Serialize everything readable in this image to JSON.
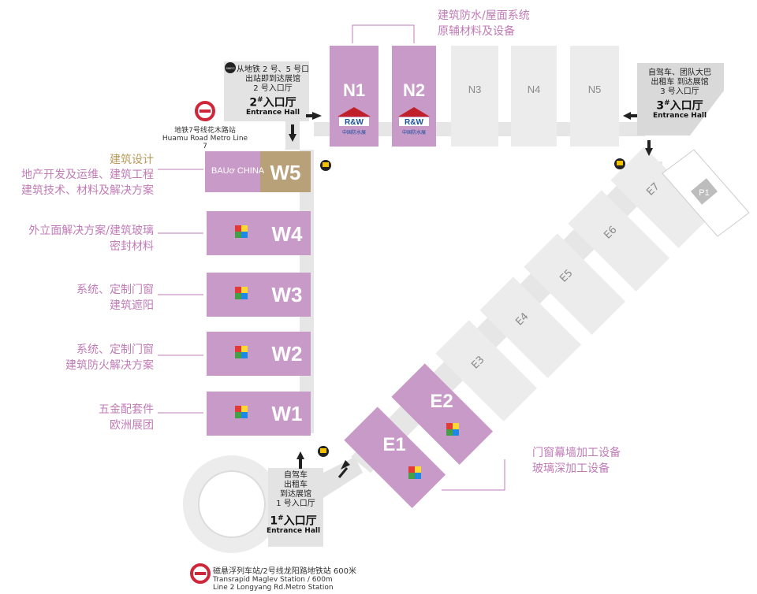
{
  "halls": {
    "north": [
      {
        "id": "N1",
        "active": true,
        "brand": "R&W",
        "brand_sub": "中国防水展"
      },
      {
        "id": "N2",
        "active": true,
        "brand": "R&W",
        "brand_sub": "中国防水展"
      },
      {
        "id": "N3",
        "active": false
      },
      {
        "id": "N4",
        "active": false
      },
      {
        "id": "N5",
        "active": false
      }
    ],
    "west": [
      {
        "id": "W5",
        "logo_text": "BAUơ CHINA"
      },
      {
        "id": "W4"
      },
      {
        "id": "W3"
      },
      {
        "id": "W2"
      },
      {
        "id": "W1"
      }
    ],
    "east": [
      {
        "id": "E1",
        "active": true
      },
      {
        "id": "E2",
        "active": true
      },
      {
        "id": "E3",
        "active": false
      },
      {
        "id": "E4",
        "active": false
      },
      {
        "id": "E5",
        "active": false
      },
      {
        "id": "E6",
        "active": false
      },
      {
        "id": "E7",
        "active": false
      }
    ],
    "p1": "P1"
  },
  "labels": {
    "north_top": [
      "建筑防水/屋面系统",
      "原辅材料及设备"
    ],
    "w5_title": "建筑设计",
    "w5_lines": [
      "地产开发及运维、建筑工程",
      "建筑技术、材料及解决方案"
    ],
    "w4": [
      "外立面解决方案/建筑玻璃",
      "密封材料"
    ],
    "w3": [
      "系统、定制门窗",
      "建筑遮阳"
    ],
    "w2": [
      "系统、定制门窗",
      "建筑防火解决方案"
    ],
    "w1": [
      "五金配套件",
      "欧洲展团"
    ],
    "east": [
      "门窗幕墙加工设备",
      "玻璃深加工设备"
    ]
  },
  "entrances": {
    "e2": {
      "badge": "SMEC",
      "note": [
        "从地铁 2 号、5 号口",
        "出站即到达展馆",
        "2 号入口厅"
      ],
      "num": "2",
      "hash": "#",
      "cn": "入口厅",
      "en": "Entrance Hall"
    },
    "e3": {
      "note": [
        "自驾车、团队大巴",
        "出租车 到达展馆",
        "3 号入口厅"
      ],
      "num": "3",
      "hash": "#",
      "cn": "入口厅",
      "en": "Entrance Hall"
    },
    "e1": {
      "note": [
        "自驾车",
        "出租车",
        "到达展馆",
        "1 号入口厅"
      ],
      "num": "1",
      "hash": "#",
      "cn": "入口厅",
      "en": "Entrance Hall"
    }
  },
  "metro": {
    "top": {
      "cn": "地铁7号线花木路站",
      "en": "Huamu Road Metro Line 7"
    },
    "bottom": {
      "cn": "磁悬浮列车站/2号线龙阳路地铁站 600米",
      "en1": "Transrapid Maglev Station / 600m",
      "en2": "Line 2 Longyang Rd.Metro Station"
    }
  },
  "colors": {
    "active_hall": "#c89ac7",
    "inactive_hall": "#ececec",
    "w5_gold": "#b8a178",
    "label_pink": "#c07bb7",
    "label_gold": "#b89a5b",
    "entrance_grey": "#e3e3e3",
    "metro_red": "#d0263a"
  }
}
